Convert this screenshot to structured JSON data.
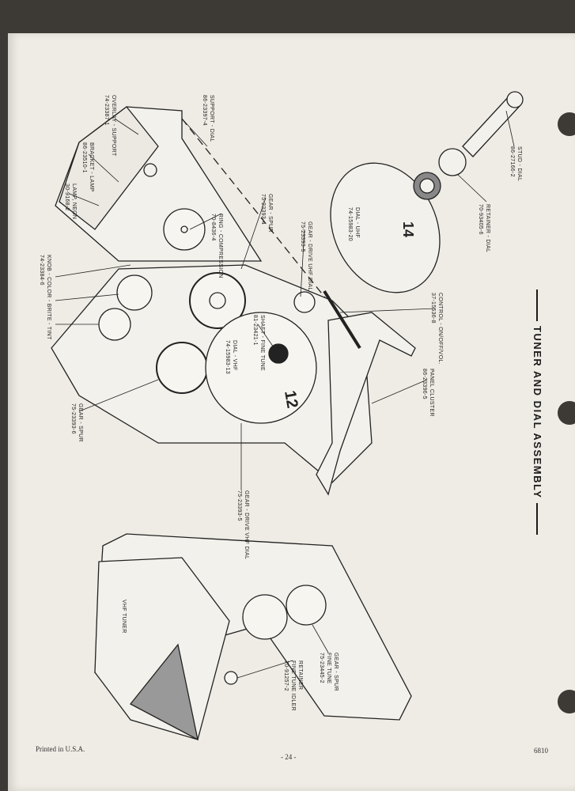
{
  "title": "TUNER AND DIAL ASSEMBLY",
  "labels": {
    "support_dial": [
      "SUPPORT - DIAL",
      "86-23397-4"
    ],
    "overlay_support": [
      "OVERLAY - SUPPORT",
      "74-23387-1"
    ],
    "bracket_lamp": [
      "BRACKET - LAMP",
      "86-23510-1"
    ],
    "lamp_neon": [
      "LAMP, NEON",
      "30-9168-2"
    ],
    "ring_compression": [
      "RING - COMPRESSION",
      "70-8436-4"
    ],
    "gear_spur_4": [
      "GEAR - SPUR",
      "75-23393-4"
    ],
    "gear_drive_uhf": [
      "GEAR - DRIVE UHF DIAL",
      "75-23393-5"
    ],
    "dial_uhf": [
      "DIAL - UHF",
      "74-15983-20"
    ],
    "retainer_dial": [
      "RETAINER - DIAL",
      "70-93405-6"
    ],
    "stud_dial": [
      "STUD - DIAL",
      "86-27166-2"
    ],
    "control": [
      "CONTROL - ON/OFF/VOL.",
      "37-15536-8"
    ],
    "shaft_fine_tune": [
      "SHAFT - FINE TUNE",
      "81-23421-1"
    ],
    "dial_vhf": [
      "DIAL - VHF",
      "74-15983-13"
    ],
    "panel_cluster": [
      "PANEL CLUSTER",
      "86-23396-5"
    ],
    "knob": [
      "KNOB - COLOR - BRITE - TINT",
      "74-23384-6"
    ],
    "gear_spur_6": [
      "GEAR - SPUR",
      "75-23393-6"
    ],
    "gear_drive_vhf": [
      "GEAR - DRIVE VHF DIAL",
      "75-23393-5"
    ],
    "vhf_tuner": [
      "VHF TUNER"
    ],
    "gear_spur_fine": [
      "GEAR - SPUR",
      "FINE TUNE",
      "75-23445-2"
    ],
    "retainer_idler": [
      "RETAINER",
      "FINE TUNE IDLER",
      "70-91257-2"
    ]
  },
  "dial_numbers": {
    "uhf": "14",
    "vhf": "12"
  },
  "footer": {
    "left": "Printed in U.S.A.",
    "center": "- 24 -",
    "right": "6810"
  }
}
